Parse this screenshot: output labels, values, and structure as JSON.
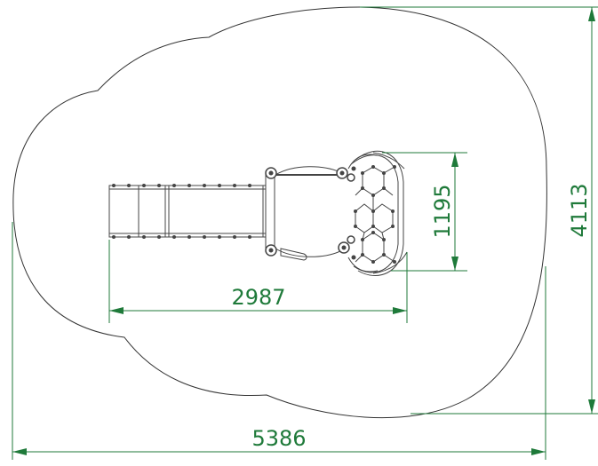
{
  "dimensions": {
    "overall_width": "5386",
    "overall_depth": "4113",
    "slide_to_net_length": "2987",
    "net_width": "1195"
  },
  "colors": {
    "dimension": "#1f7a3a",
    "outline": "#333333",
    "equipment": "#444444",
    "background": "#ffffff"
  }
}
